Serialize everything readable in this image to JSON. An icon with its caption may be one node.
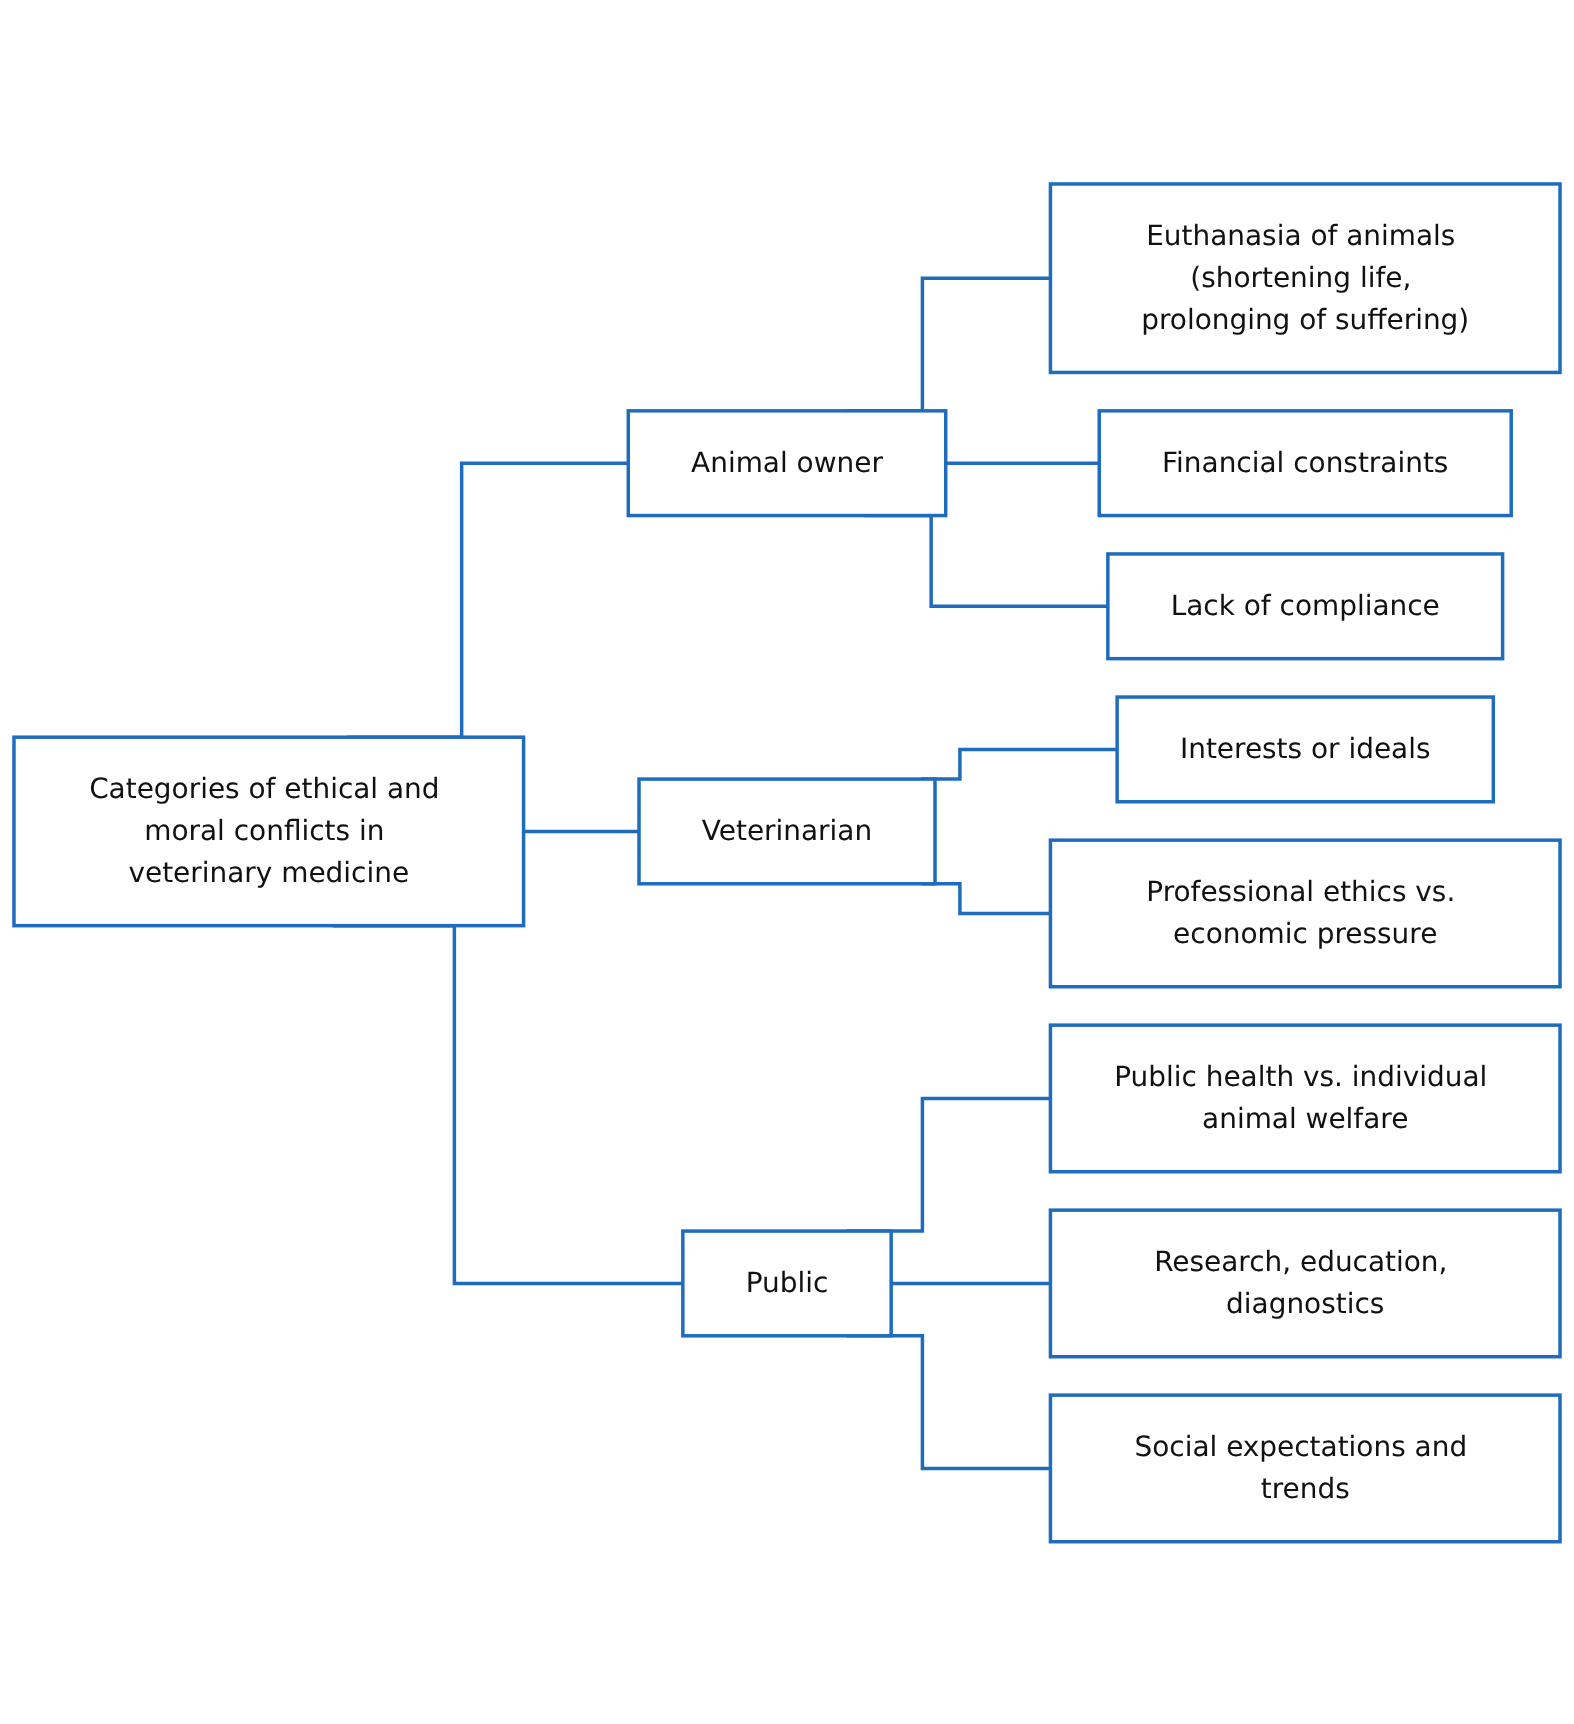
{
  "diagram": {
    "nodes": [
      {
        "text": [
          "Categories of ethical and moral conflicts in veterinary medicine"
        ]
      },
      {
        "text": [
          "Animal owner"
        ]
      },
      {
        "text": [
          "Euthanasia of animals (shortening life, prolonging of suffering)"
        ]
      },
      {
        "text": [
          "Financial constraints"
        ]
      },
      {
        "text": [
          "Lack of compliance"
        ]
      },
      {
        "text": [
          "Veterinarian"
        ]
      },
      {
        "text": [
          "Interests or ideals"
        ]
      },
      {
        "text": [
          "Professional ethics vs. economic pressure"
        ]
      },
      {
        "text": [
          "Public"
        ]
      },
      {
        "text": [
          "Public health vs. individual animal welfare"
        ]
      },
      {
        "text": [
          "Research, education, diagnostics"
        ]
      },
      {
        "text": [
          "Social expectations and trends"
        ]
      }
    ],
    "edges": [
      {
        "from": 0,
        "to": 1,
        "arrow": "none"
      },
      {
        "from": 0,
        "to": 5,
        "arrow": "none"
      },
      {
        "from": 0,
        "to": 8,
        "arrow": "none"
      },
      {
        "from": 1,
        "to": 2,
        "arrow": "none"
      },
      {
        "from": 1,
        "to": 3,
        "arrow": "none"
      },
      {
        "from": 1,
        "to": 4,
        "arrow": "none"
      },
      {
        "from": 5,
        "to": 6,
        "arrow": "none"
      },
      {
        "from": 5,
        "to": 7,
        "arrow": "none"
      },
      {
        "from": 8,
        "to": 9,
        "arrow": "none"
      },
      {
        "from": 8,
        "to": 10,
        "arrow": "none"
      },
      {
        "from": 8,
        "to": 11,
        "arrow": "none"
      }
    ]
  }
}
